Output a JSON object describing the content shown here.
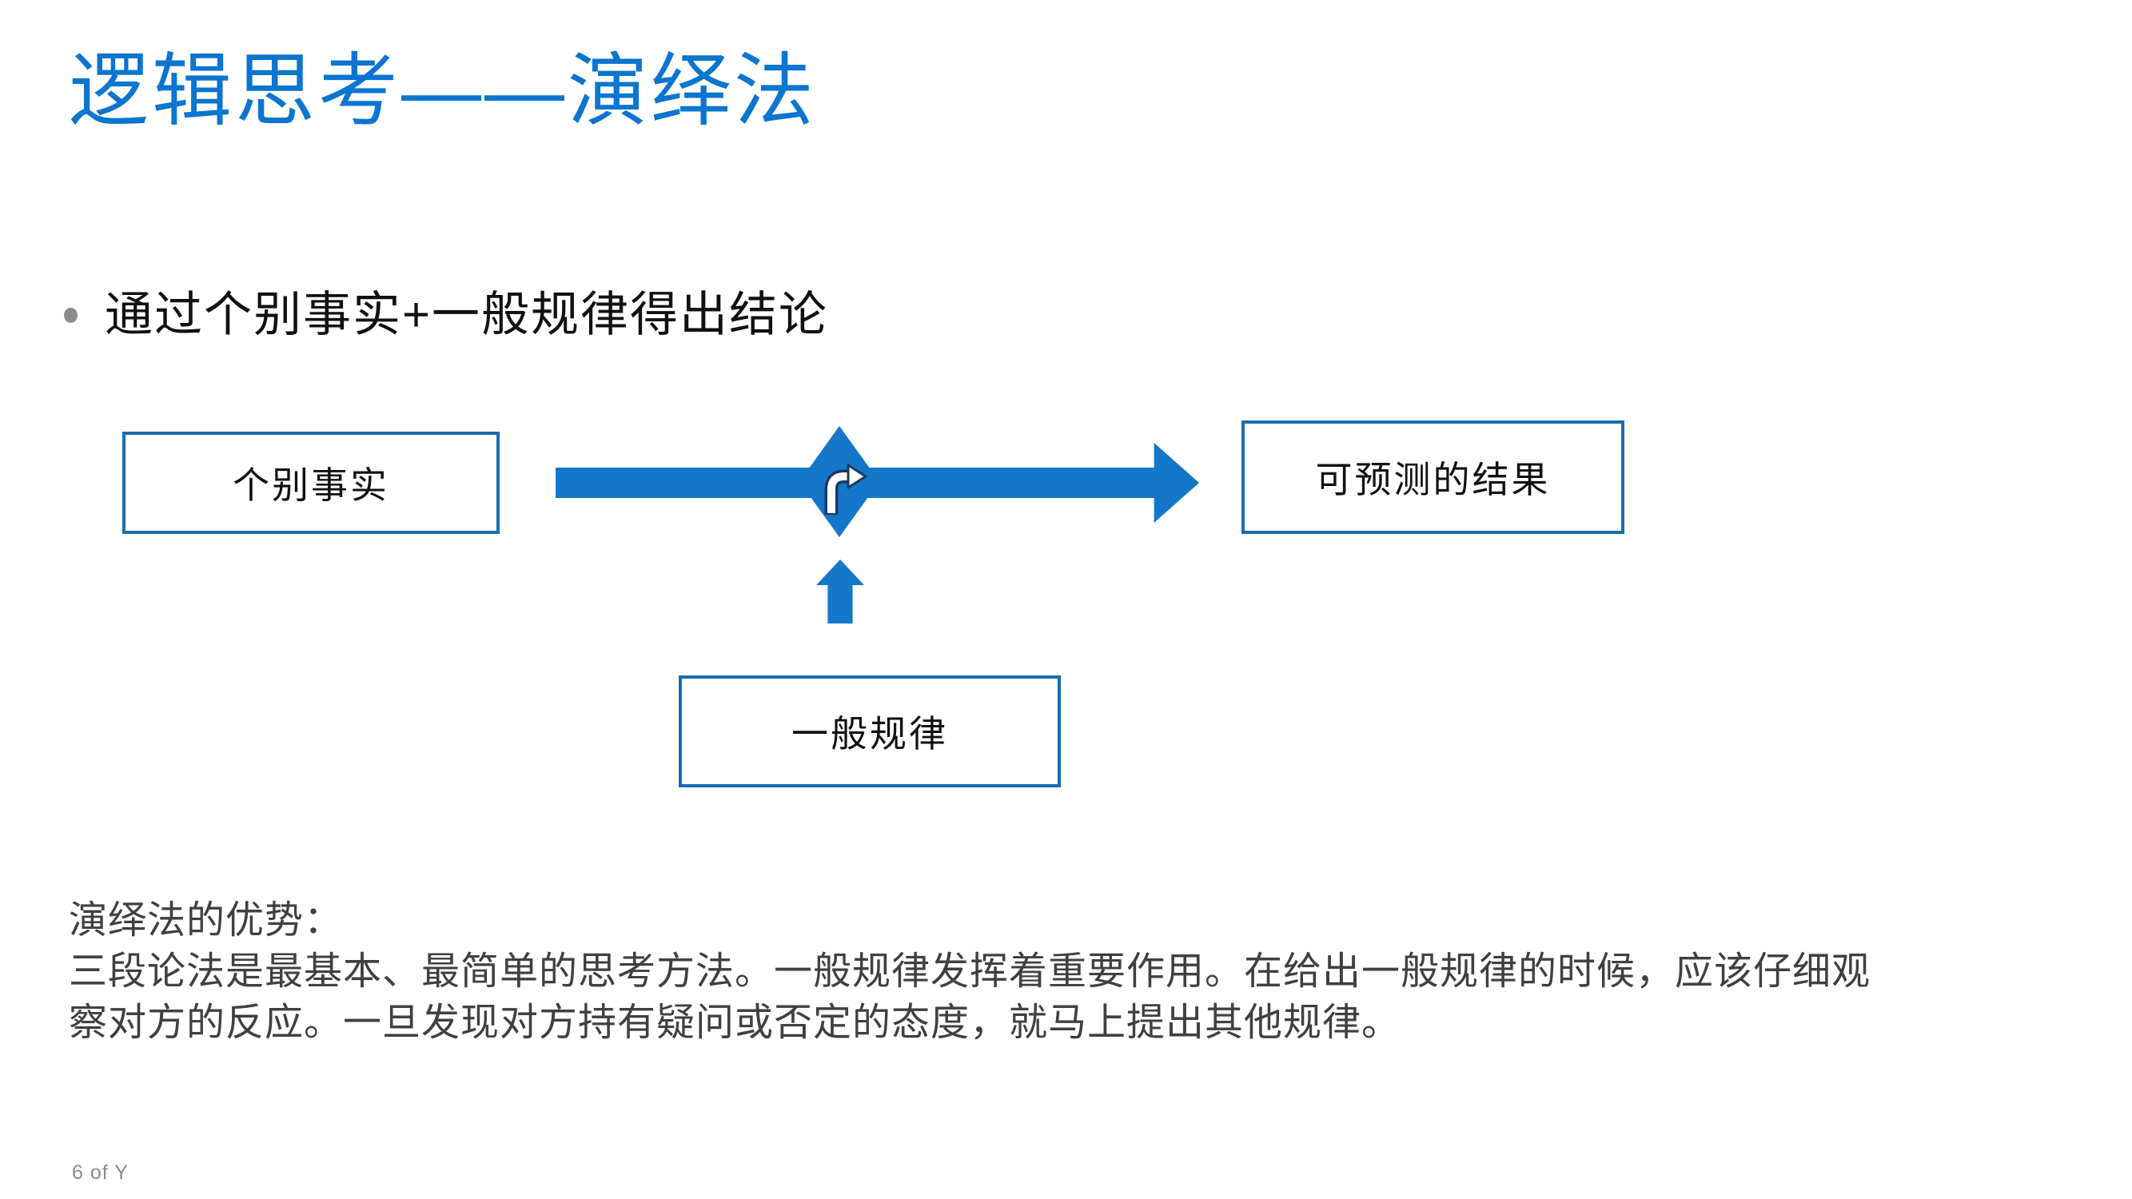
{
  "slide": {
    "title": "逻辑思考——演绎法",
    "bullet": {
      "text": "通过个别事实+一般规律得出结论"
    },
    "diagram": {
      "box_left": "个别事实",
      "box_right": "可预测的结果",
      "box_bottom": "一般规律",
      "turn_icon": "turn-right-arrow"
    },
    "advantage": {
      "line1": "演绎法的优势：",
      "line2": "三段论法是最基本、最简单的思考方法。一般规律发挥着重要作用。在给出一般规律的时候，应该仔细观",
      "line3": "察对方的反应。一旦发现对方持有疑问或否定的态度，就马上提出其他规律。"
    },
    "footer": "6 of Y"
  },
  "colors": {
    "title_blue": "#0b75d0",
    "shape_blue": "#1577c9",
    "border_blue": "#1b6cae",
    "icon_outline_navy": "#1a3a63",
    "body_text": "#404040",
    "bullet_text": "#111111",
    "bullet_dot_gray": "#8c8c8c",
    "footer_gray": "#8a8a8a"
  }
}
